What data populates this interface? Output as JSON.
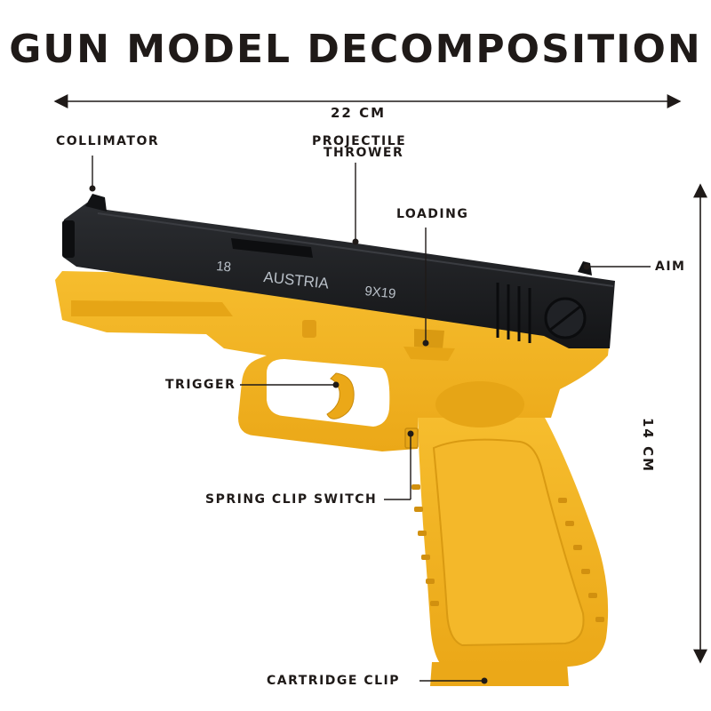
{
  "title": "GUN MODEL DECOMPOSITION",
  "dimensions": {
    "width": "22 CM",
    "height": "14 CM"
  },
  "labels": {
    "collimator": "COLLIMATOR",
    "projectile_thrower_line1": "PROJECTILE",
    "projectile_thrower_line2": "THROWER",
    "loading": "LOADING",
    "aim": "AIM",
    "trigger": "TRIGGER",
    "spring_clip_switch": "SPRING CLIP SWITCH",
    "cartridge_clip": "CARTRIDGE CLIP"
  },
  "slide_markings": {
    "left": "18",
    "middle": "AUSTRIA",
    "right": "9X19"
  },
  "colors": {
    "frame": "#f2b01e",
    "frame_dark": "#d99a12",
    "slide": "#1a1b1e",
    "text": "#1f1a18",
    "stamp": "#b9c0c8"
  }
}
